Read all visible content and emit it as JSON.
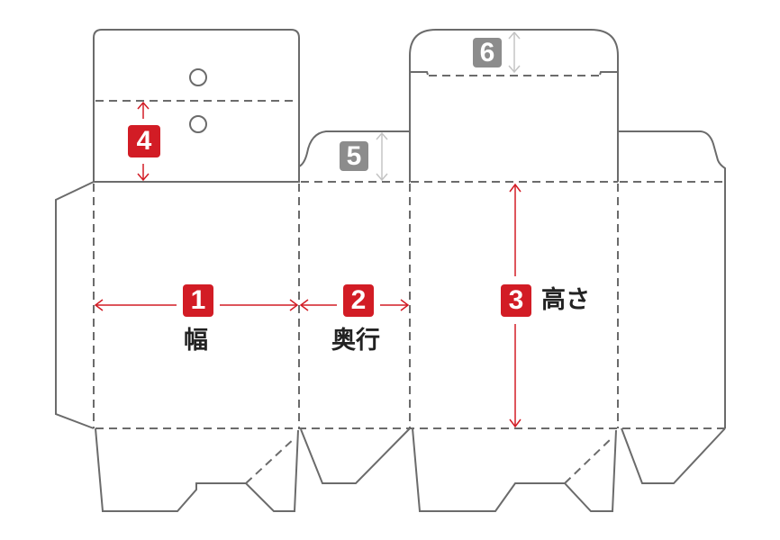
{
  "colors": {
    "accent": "#d21c25",
    "secondary": "#8c8c8c",
    "line": "#6b6b6b"
  },
  "dimensions": [
    {
      "number": "1",
      "label": "幅"
    },
    {
      "number": "2",
      "label": "奥行"
    },
    {
      "number": "3",
      "label": "高さ"
    },
    {
      "number": "4"
    },
    {
      "number": "5"
    },
    {
      "number": "6"
    }
  ]
}
